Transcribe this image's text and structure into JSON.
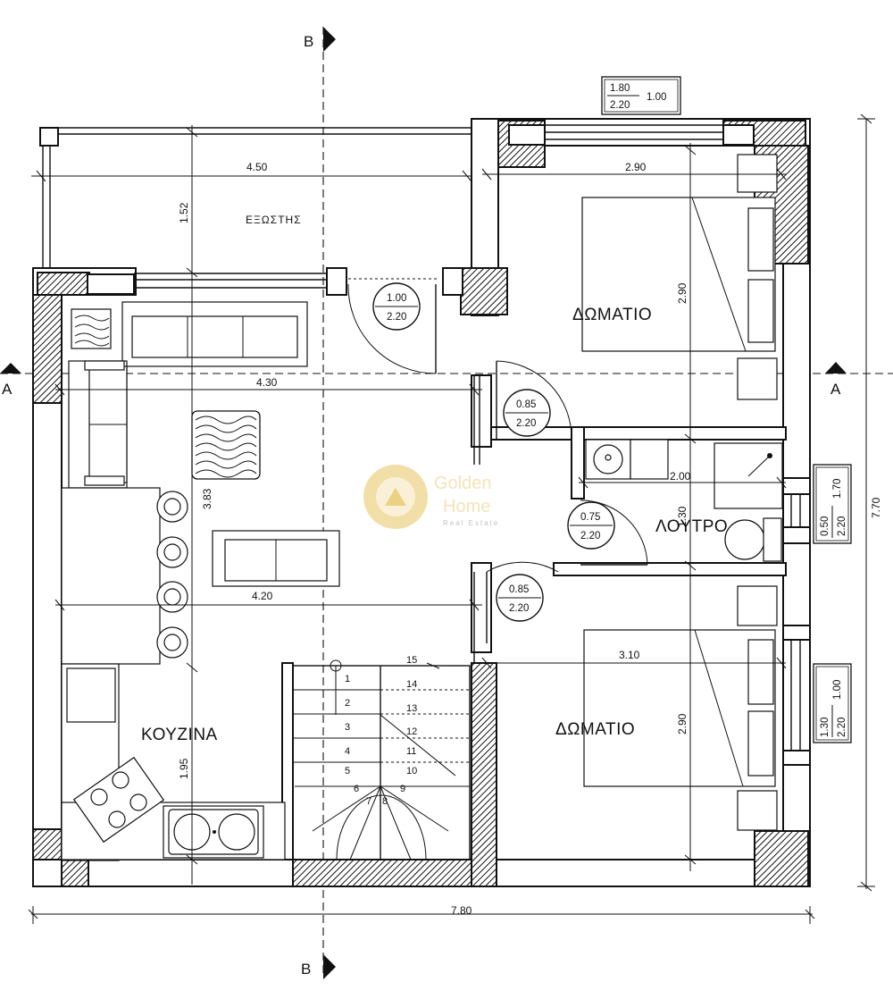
{
  "section_markers": {
    "a_left": "A",
    "a_right": "A",
    "b_top": "B",
    "b_bottom": "B"
  },
  "rooms": {
    "balcony": "ΕΞΩΣΤΗΣ",
    "bedroom_top": "ΔΩΜΑΤΙΟ",
    "bedroom_bottom": "ΔΩΜΑΤΙΟ",
    "bathroom": "ΛΟΥΤΡΟ",
    "kitchen": "ΚΟΥΖΙΝΑ"
  },
  "dimensions": {
    "balcony_width": "4.50",
    "balcony_depth": "1.52",
    "living_width": "4.30",
    "living_depth": "3.83",
    "dining_width": "4.20",
    "kitchen_depth": "1.95",
    "bed1_width": "2.90",
    "bed1_depth": "2.90",
    "bath_width": "2.00",
    "bath_depth": "1.30",
    "bed2_width": "3.10",
    "bed2_depth": "2.90",
    "total_width": "7.80",
    "total_depth": "7.70"
  },
  "door_tags": {
    "main": {
      "top": "1.00",
      "bottom": "2.20"
    },
    "bed1": {
      "top": "0.85",
      "bottom": "2.20"
    },
    "bath": {
      "top": "0.75",
      "bottom": "2.20"
    },
    "bed2": {
      "top": "0.85",
      "bottom": "2.20"
    }
  },
  "window_tags": {
    "bed1_top": {
      "top": "1.80",
      "bottom": "2.20",
      "side": "1.00"
    },
    "bath_right": {
      "top": "0.50",
      "bottom": "2.20",
      "side": "1.70"
    },
    "bed2_right": {
      "top": "1.30",
      "bottom": "2.20",
      "side": "1.00"
    }
  },
  "stairs": {
    "steps": [
      "1",
      "2",
      "3",
      "4",
      "5",
      "6",
      "7",
      "8",
      "9",
      "10",
      "11",
      "12",
      "13",
      "14",
      "15"
    ]
  },
  "watermark": {
    "line1": "Golden",
    "line2": "Home",
    "line3": "Real Estate"
  },
  "colors": {
    "ink": "#111111",
    "watermark": "#e8c35e"
  }
}
